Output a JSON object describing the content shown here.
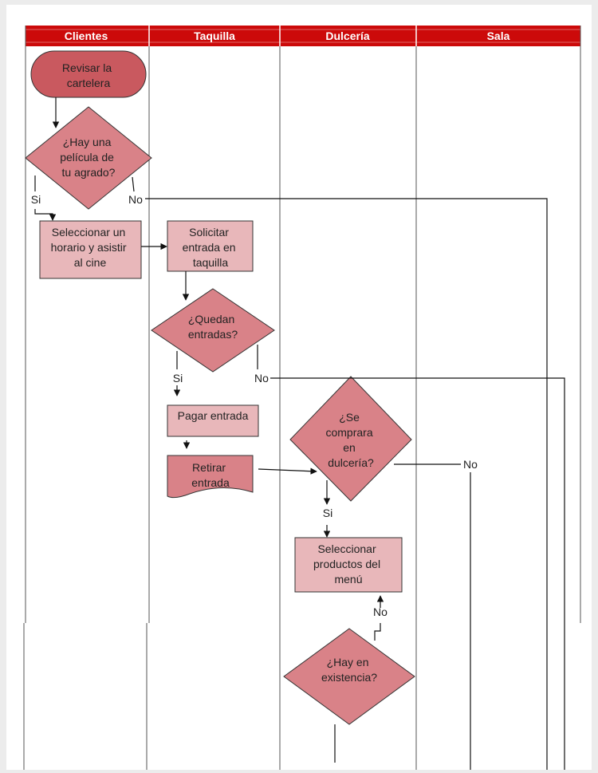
{
  "colors": {
    "header": "#cc0a0a",
    "lane_line": "#555555",
    "start_fill": "#c9595f",
    "decision_fill": "#d98288",
    "process_fill": "#e8b7ba",
    "document_fill": "#d98288",
    "connector": "#111111"
  },
  "lanes": [
    "Clientes",
    "Taquilla",
    "Dulcería",
    "Sala"
  ],
  "nodes": {
    "revisar": [
      "Revisar la",
      "cartelera"
    ],
    "hay_pelicula": [
      "¿Hay una",
      "película de",
      "tu agrado?"
    ],
    "seleccionar_horario": [
      "Seleccionar un",
      "horario y asistir",
      "al cine"
    ],
    "solicitar": [
      "Solicitar",
      "entrada en",
      "taquilla"
    ],
    "quedan": [
      "¿Quedan",
      "entradas?"
    ],
    "pagar": [
      "Pagar entrada"
    ],
    "retirar": [
      "Retirar",
      "entrada"
    ],
    "se_comprara": [
      "¿Se",
      "comprara",
      "en",
      "dulcería?"
    ],
    "seleccionar_productos": [
      "Seleccionar",
      "productos del",
      "menú"
    ],
    "hay_existencia": [
      "¿Hay en",
      "existencia?"
    ]
  },
  "labels": {
    "si_pelicula": "Si",
    "no_pelicula": "No",
    "si_quedan": "Si",
    "no_quedan": "No",
    "si_dulceria": "Si",
    "no_dulceria": "No",
    "no_existencia": "No"
  }
}
